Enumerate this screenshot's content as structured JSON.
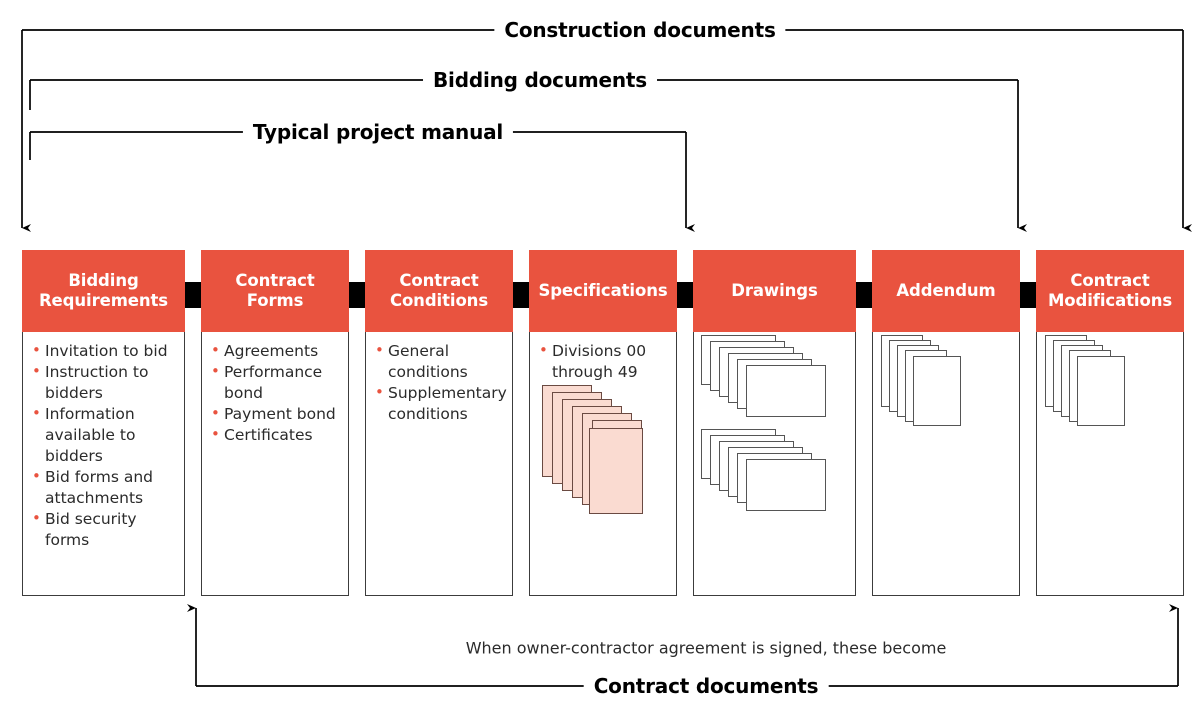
{
  "diagram": {
    "title": "Construction documents hierarchy",
    "accent_color": "#e9533f",
    "line_color": "#000000",
    "pink_sheet_color": "#fadbd1"
  },
  "top_brackets": [
    {
      "label": "Construction documents",
      "name": "construction-documents"
    },
    {
      "label": "Bidding documents",
      "name": "bidding-documents"
    },
    {
      "label": "Typical project manual",
      "name": "typical-project-manual"
    }
  ],
  "columns": [
    {
      "header": "Bidding Requirements",
      "items": [
        "Invitation to bid",
        "Instruction to bidders",
        "Information available to bidders",
        "Bid forms and attachments",
        "Bid security forms"
      ],
      "graphic": "none"
    },
    {
      "header": "Contract Forms",
      "items": [
        "Agreements",
        "Performance bond",
        "Payment bond",
        "Certificates"
      ],
      "graphic": "none"
    },
    {
      "header": "Contract Conditions",
      "items": [
        "General conditions",
        "Supplementary conditions"
      ],
      "graphic": "none"
    },
    {
      "header": "Specifications",
      "items": [
        "Divisions 00 through 49"
      ],
      "graphic": "pink-portrait-stack"
    },
    {
      "header": "Drawings",
      "items": [],
      "graphic": "two-landscape-stacks"
    },
    {
      "header": "Addendum",
      "items": [],
      "graphic": "portrait-stack"
    },
    {
      "header": "Contract Modifications",
      "items": [],
      "graphic": "portrait-stack"
    }
  ],
  "bottom": {
    "note": "When owner-contractor agreement is signed, these become",
    "label": "Contract documents"
  }
}
